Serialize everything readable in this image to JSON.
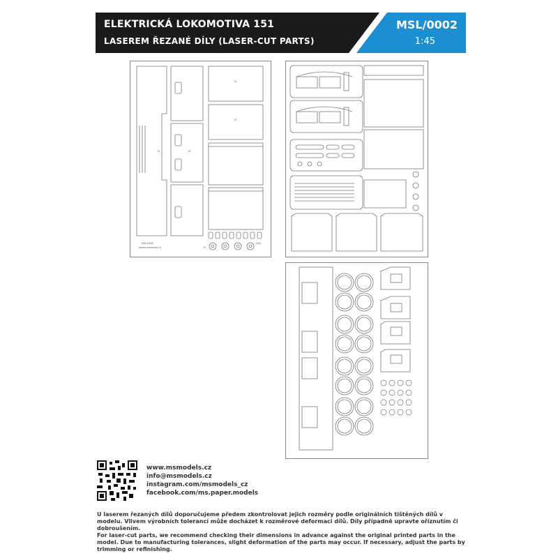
{
  "header": {
    "title": "ELEKTRICKÁ LOKOMOTIVA 151",
    "subtitle": "LASEREM ŘEZANÉ DÍLY (LASER-CUT PARTS)",
    "code": "MSL/0002",
    "scale": "1:45",
    "accent_color": "#1c8fd3",
    "dark_color": "#1b1b1b"
  },
  "sheet1": {
    "brand_code": "MSL/0002",
    "brand_url": "www.msmodels.cz",
    "labels": [
      "13",
      "15",
      "13",
      "13",
      "17",
      "45d"
    ]
  },
  "links": {
    "website": "www.msmodels.cz",
    "email": "info@msmodels.cz",
    "instagram": "instagram.com/msmodels_cz",
    "facebook": "facebook.com/ms.paper.models"
  },
  "notes": {
    "czech": "U laserem řezaných dílů doporučujeme předem zkontrolovat jejich rozměry podle originálních tištěných dílů v modelu. Vlivem výrobních tolerancí může docházet k rozměrové deformaci dílů. Díly případně upravte oříznutím či dobroušením.",
    "english": "For laser-cut parts, we recommend checking their dimensions in advance against the original printed parts in the model. Due to manufacturing tolerances, slight deformation of the parts may occur. If necessary, adjust the parts by trimming or refinishing."
  }
}
